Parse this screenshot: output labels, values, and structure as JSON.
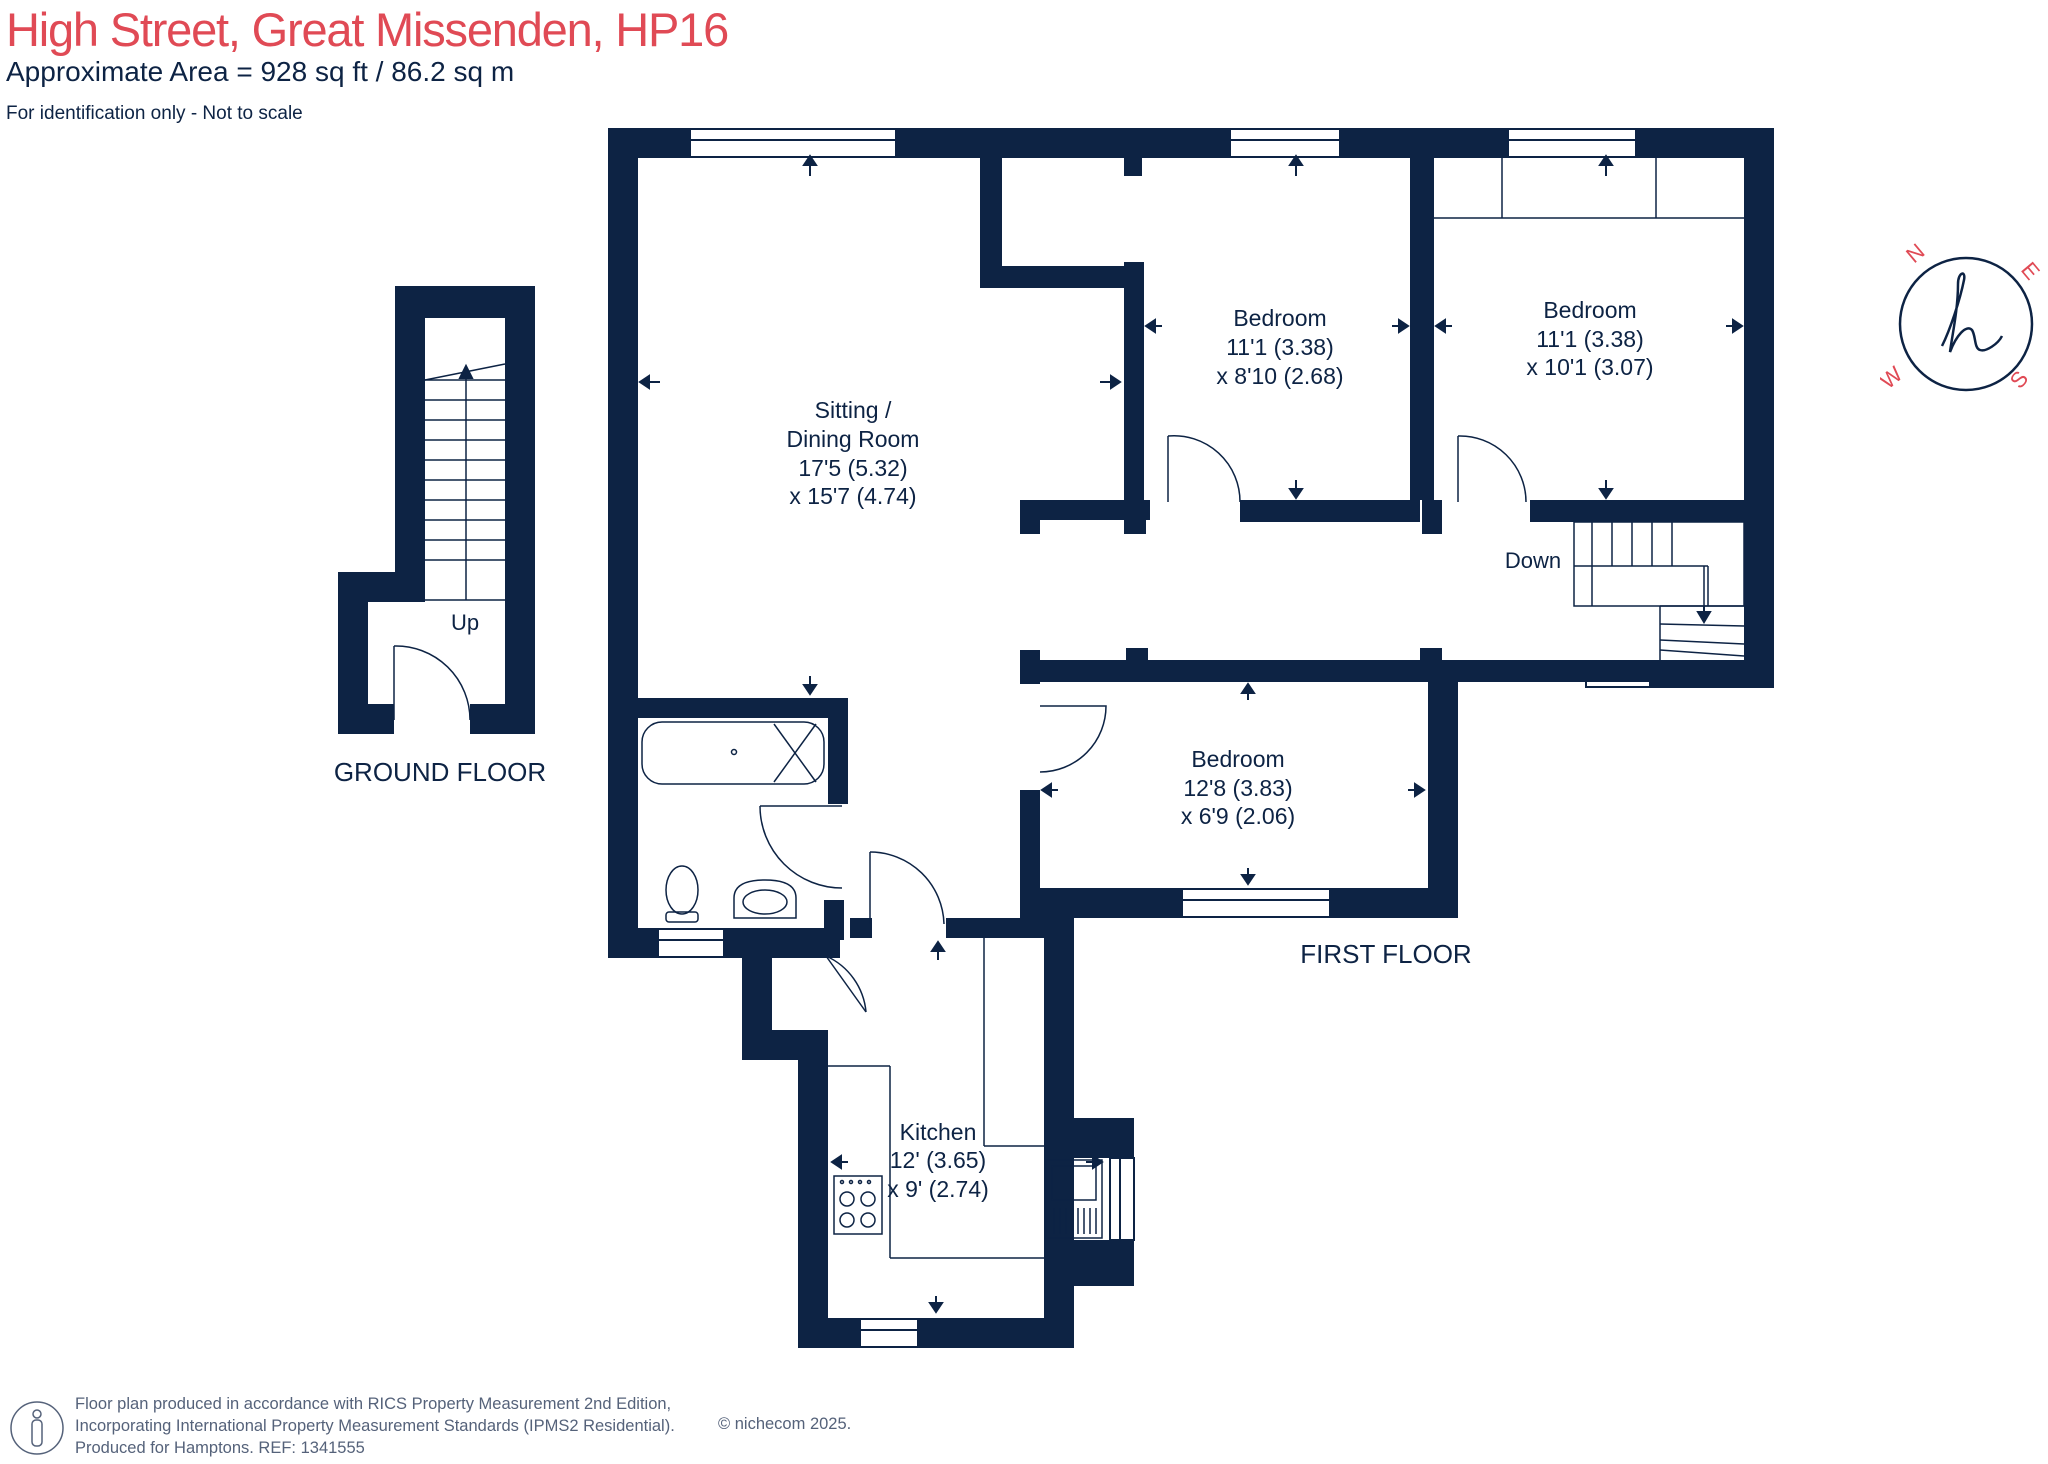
{
  "header": {
    "title": "High Street, Great Missenden, HP16",
    "area": "Approximate Area = 928 sq ft / 86.2 sq m",
    "note": "For identification only - Not to scale"
  },
  "rooms": {
    "sitting": {
      "line1": "Sitting /",
      "line2": "Dining Room",
      "line3": "17'5 (5.32)",
      "line4": "x 15'7 (4.74)"
    },
    "bedroom1": {
      "line1": "Bedroom",
      "line2": "11'1 (3.38)",
      "line3": "x 8'10 (2.68)"
    },
    "bedroom2": {
      "line1": "Bedroom",
      "line2": "11'1 (3.38)",
      "line3": "x 10'1 (3.07)"
    },
    "bedroom3": {
      "line1": "Bedroom",
      "line2": "12'8 (3.83)",
      "line3": "x 6'9 (2.06)"
    },
    "kitchen": {
      "line1": "Kitchen",
      "line2": "12' (3.65)",
      "line3": "x 9' (2.74)"
    }
  },
  "stairs": {
    "up": "Up",
    "down": "Down"
  },
  "floors": {
    "ground": "GROUND FLOOR",
    "first": "FIRST FLOOR"
  },
  "compass": {
    "n": "N",
    "e": "E",
    "s": "S",
    "w": "W"
  },
  "footer": {
    "line1": "Floor plan produced in accordance with RICS Property Measurement 2nd Edition,",
    "line2": "Incorporating International Property Measurement Standards (IPMS2 Residential).",
    "line3": "Produced for Hamptons.   REF:  1341555",
    "brand": "© nichecom 2025."
  },
  "colors": {
    "wall": "#0d2344",
    "accent": "#e04a55",
    "footer_text": "#55627a"
  }
}
